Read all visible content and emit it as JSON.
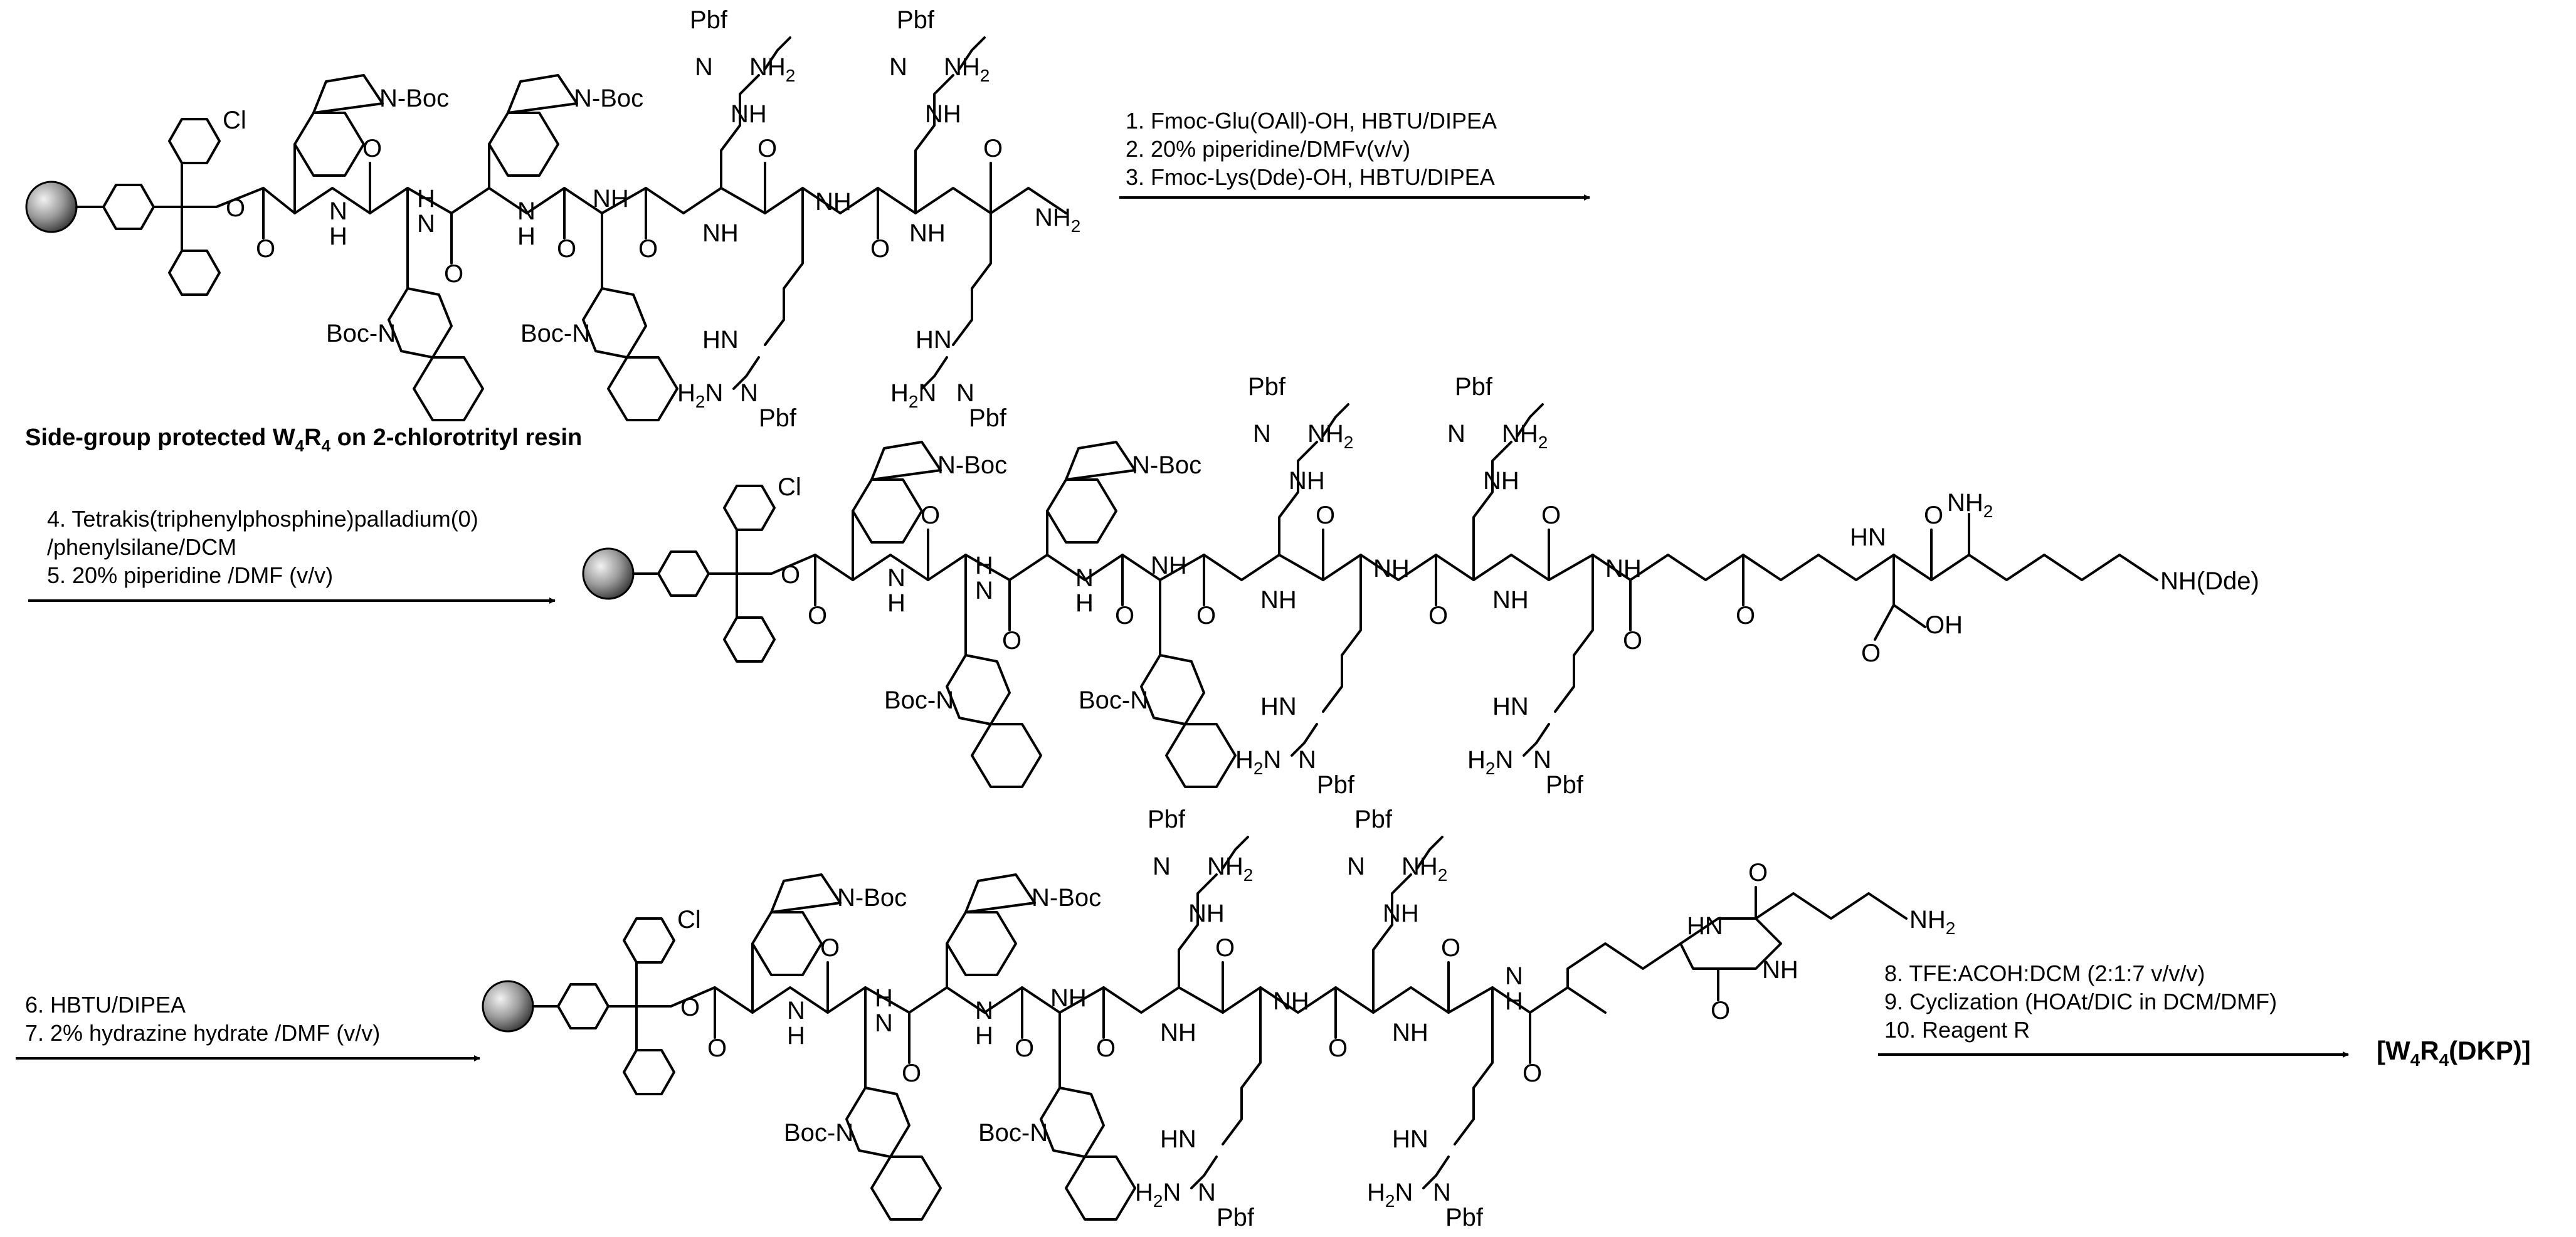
{
  "caption_prefix": "Side-group protected W",
  "caption_sub1": "4",
  "caption_mid": "R",
  "caption_sub2": "4",
  "caption_suffix": " on 2-chlorotrityl resin",
  "conditions_1": {
    "line1": "1. Fmoc-Glu(OAll)-OH, HBTU/DIPEA",
    "line2": "2. 20% piperidine/DMFv(v/v)",
    "line3": "3. Fmoc-Lys(Dde)-OH, HBTU/DIPEA"
  },
  "conditions_2": {
    "line1": "4. Tetrakis(triphenylphosphine)palladium(0)",
    "line2": "/phenylsilane/DCM",
    "line3": "5. 20% piperidine /DMF (v/v)"
  },
  "conditions_3": {
    "line1": "6. HBTU/DIPEA",
    "line2": "7.  2% hydrazine hydrate /DMF (v/v)"
  },
  "conditions_4": {
    "line1": "8. TFE:ACOH:DCM (2:1:7 v/v/v)",
    "line2": "9. Cyclization (HOAt/DIC in DCM/DMF)",
    "line3": "10. Reagent R"
  },
  "product": {
    "open": "[W",
    "sub1": "4",
    "mid": "R",
    "sub2": "4",
    "close": "(DKP)]"
  },
  "atoms": {
    "cl": "Cl",
    "n_boc": "N-Boc",
    "boc_n": "Boc-N",
    "o": "O",
    "nh": "NH",
    "n": "N",
    "hn": "HN",
    "h": "H",
    "nh2": "NH",
    "h2n": "H",
    "two": "2",
    "pbf": "Pbf",
    "oh": "OH",
    "nh_dde": "NH(Dde)"
  }
}
